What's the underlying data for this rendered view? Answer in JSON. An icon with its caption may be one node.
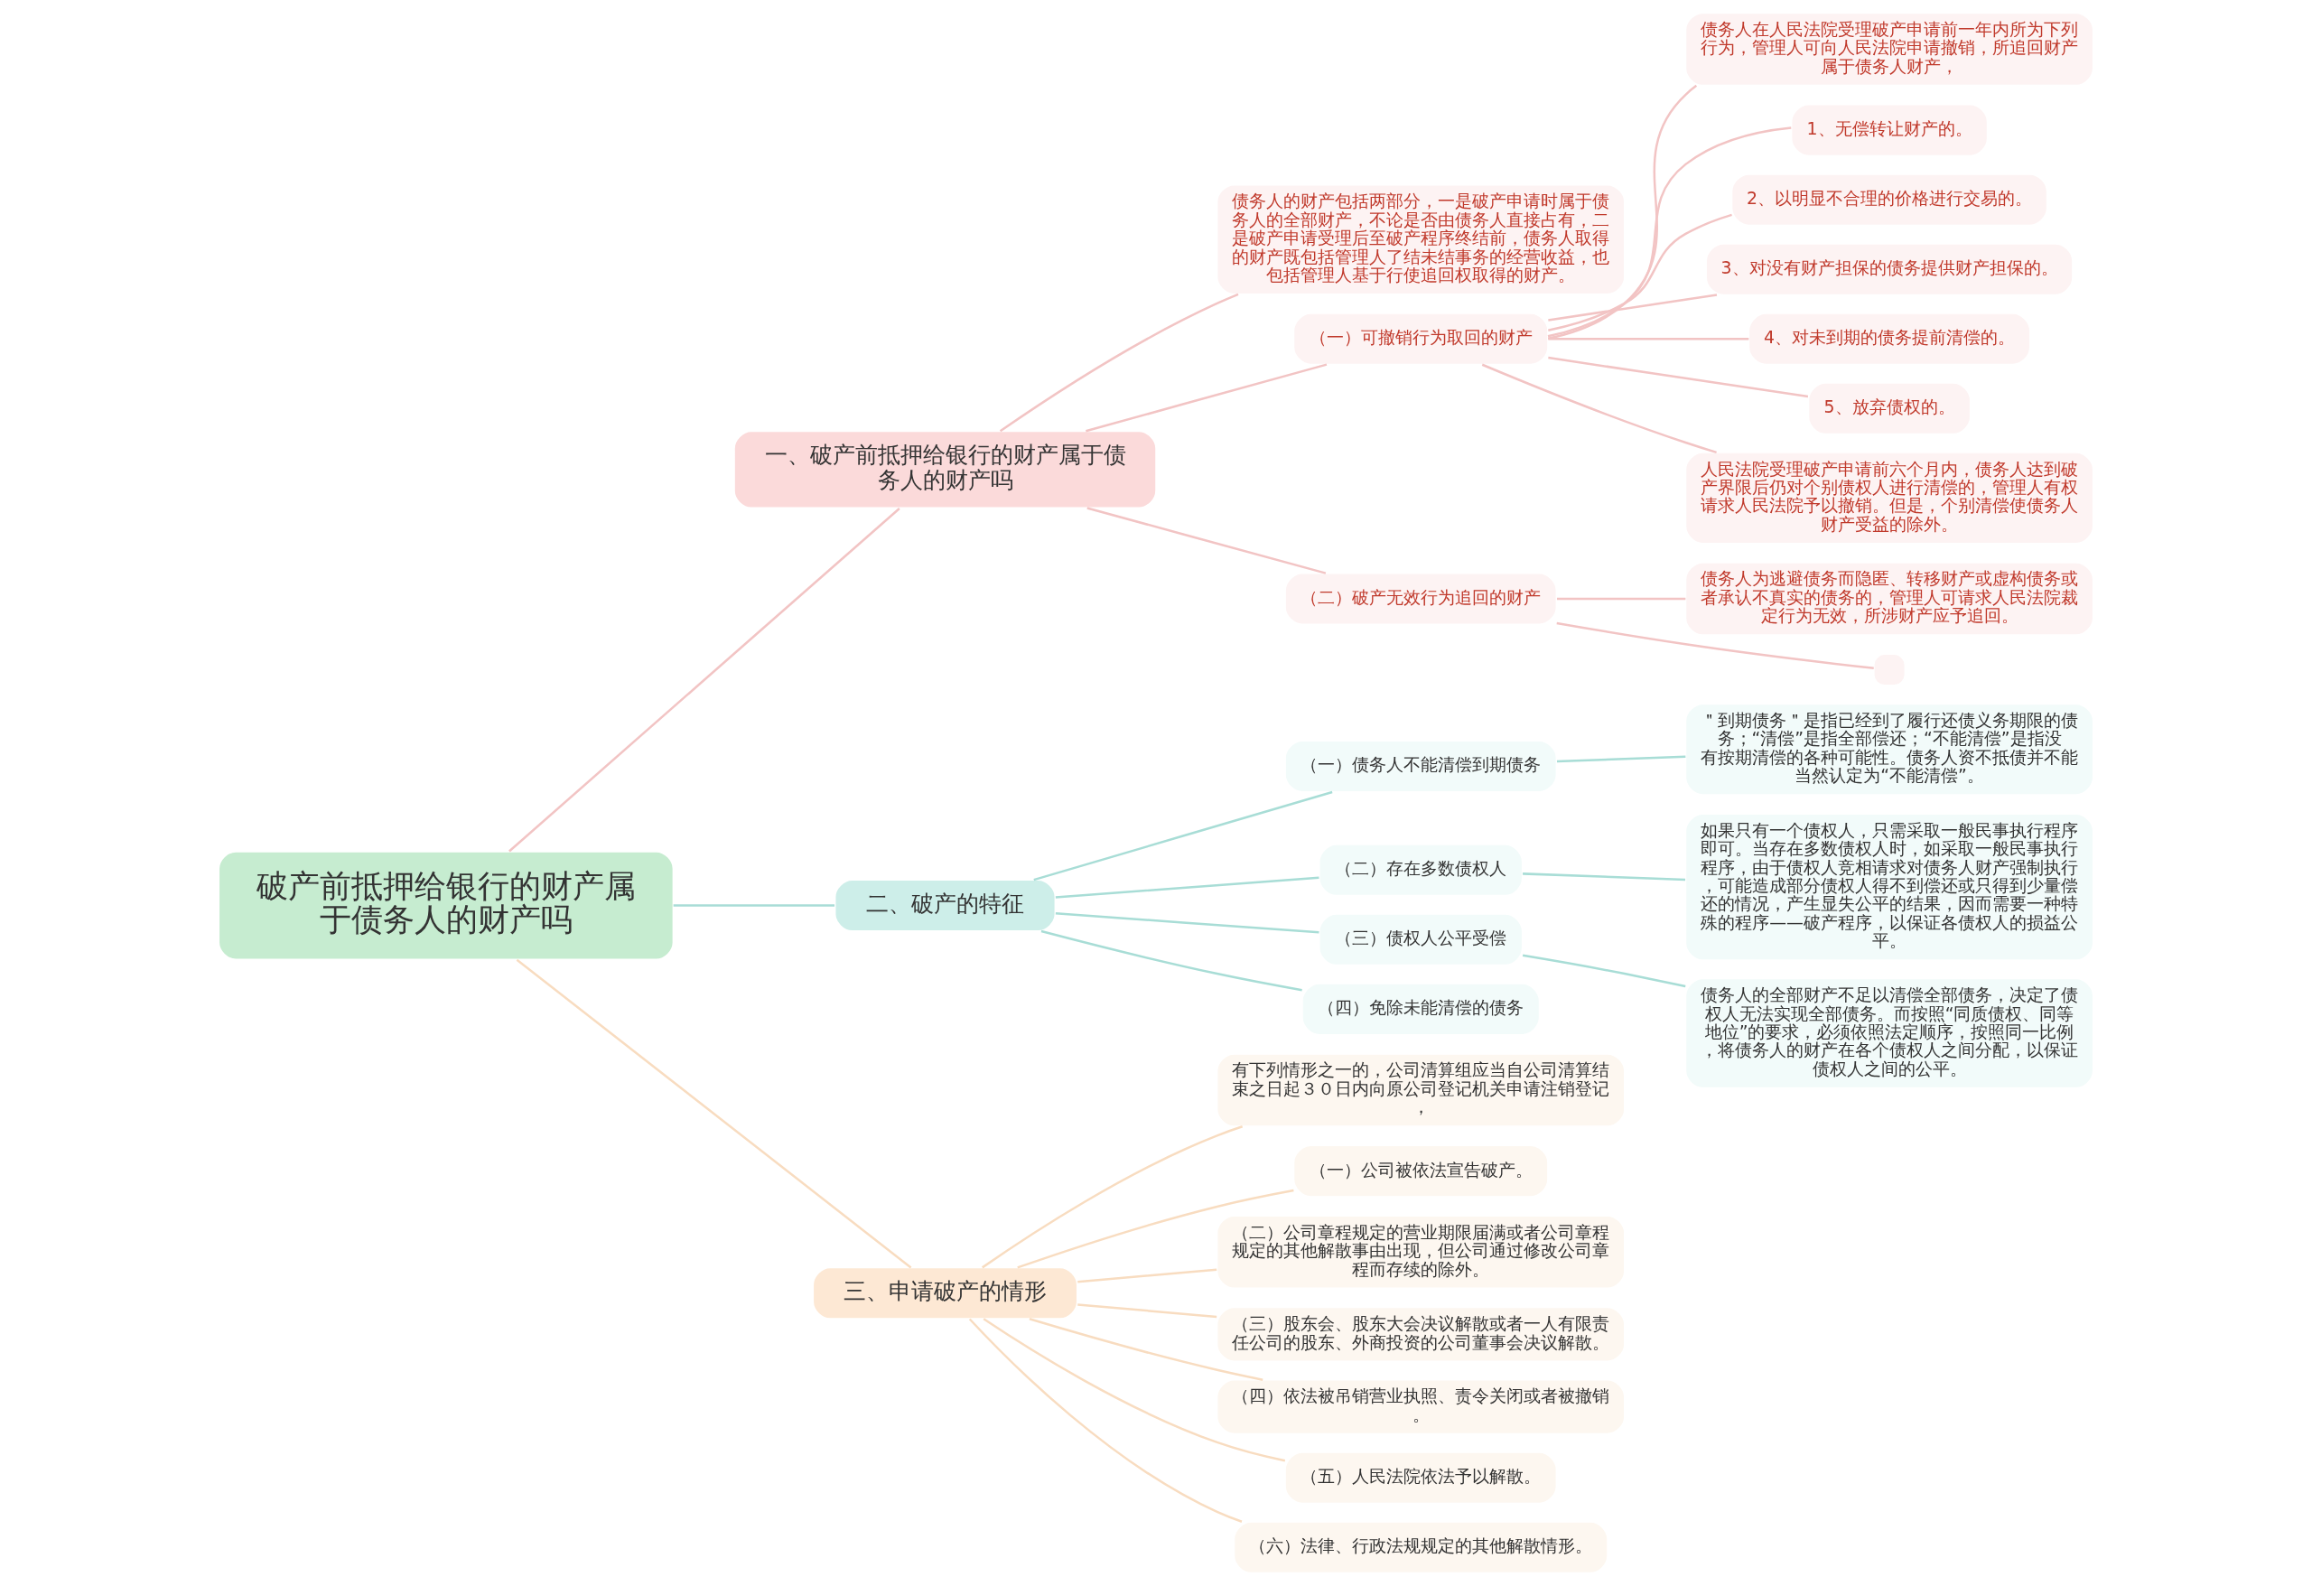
{
  "diagram": {
    "nodes": [
      {
        "text": [
          "破产前抵押给银行的财产属于债务人的财产吗"
        ]
      },
      {
        "text": [
          "一、破产前抵押给银行的财产属于债务人的财产吗"
        ]
      },
      {
        "text": [
          "债务人的财产包括两部分，一是破产申请时属于债务人的全部财产，不论是否由债务人直接占有，二是破产申请受理后至破产程序终结前，债务人取得的财产既包括管理人了结未结事务的经营收益，也包括管理人基于行使追回权取得的财产。"
        ]
      },
      {
        "text": [
          "（一）可撤销行为取回的财产"
        ]
      },
      {
        "text": [
          "债务人在人民法院受理破产申请前一年内所为下列行为，管理人可向人民法院申请撤销，所追回财产属于债务人财产，"
        ]
      },
      {
        "text": [
          "1、无偿转让财产的。"
        ]
      },
      {
        "text": [
          "2、以明显不合理的价格进行交易的。"
        ]
      },
      {
        "text": [
          "3、对没有财产担保的债务提供财产担保的。"
        ]
      },
      {
        "text": [
          "4、对未到期的债务提前清偿的。"
        ]
      },
      {
        "text": [
          "5、放弃债权的。"
        ]
      },
      {
        "text": [
          "人民法院受理破产申请前六个月内，债务人达到破产界限后仍对个别债权人进行清偿的，管理人有权请求人民法院予以撤销。但是，个别清偿使债务人财产受益的除外。"
        ]
      },
      {
        "text": [
          "（二）破产无效行为追回的财产"
        ]
      },
      {
        "text": [
          "债务人为逃避债务而隐匿、转移财产或虚构债务或者承认不真实的债务的，管理人可请求人民法院裁定行为无效，所涉财产应予追回。"
        ]
      },
      {
        "text": [],
        "shape": "box"
      },
      {
        "text": [
          "二、破产的特征"
        ]
      },
      {
        "text": [
          "（一）债务人不能清偿到期债务"
        ]
      },
      {
        "text": [
          "＂到期债务＂是指已经到了履行还债义务期限的债务；“清偿”是指全部偿还；“不能清偿”是指没有按期清偿的各种可能性。债务人资不抵债并不能当然认定为“不能清偿”。"
        ]
      },
      {
        "text": [
          "（二）存在多数债权人"
        ]
      },
      {
        "text": [
          "如果只有一个债权人，只需采取一般民事执行程序即可。当存在多数债权人时，如采取一般民事执行程序，由于债权人竞相请求对债务人财产强制执行，可能造成部分债权人得不到偿还或只得到少量偿还的情况，产生显失公平的结果，因而需要一种特殊的程序——破产程序，以保证各债权人的损益公平。"
        ]
      },
      {
        "text": [
          "（三）债权人公平受偿"
        ]
      },
      {
        "text": [
          "债务人的全部财产不足以清偿全部债务，决定了债权人无法实现全部债务。而按照“同质债权、同等地位”的要求，必须依照法定顺序，按照同一比例，将债务人的财产在各个债权人之间分配，以保证债权人之间的公平。"
        ]
      },
      {
        "text": [
          "（四）免除未能清偿的债务"
        ]
      },
      {
        "text": [
          "三、申请破产的情形"
        ]
      },
      {
        "text": [
          "有下列情形之一的，公司清算组应当自公司清算结束之日起３０日内向原公司登记机关申请注销登记，"
        ]
      },
      {
        "text": [
          "（一）公司被依法宣告破产。"
        ]
      },
      {
        "text": [
          "（二）公司章程规定的营业期限届满或者公司章程规定的其他解散事由出现，但公司通过修改公司章程而存续的除外。"
        ]
      },
      {
        "text": [
          "（三）股东会、股东大会决议解散或者一人有限责任公司的股东、外商投资的公司董事会决议解散。"
        ]
      },
      {
        "text": [
          "（四）依法被吊销营业执照、责令关闭或者被撤销。"
        ]
      },
      {
        "text": [
          "（五）人民法院依法予以解散。"
        ]
      },
      {
        "text": [
          "（六）法律、行政法规规定的其他解散情形。"
        ]
      }
    ],
    "edges": [
      {
        "from": 0,
        "to": 1,
        "arrow": "none"
      },
      {
        "from": 1,
        "to": 2,
        "arrow": "none"
      },
      {
        "from": 1,
        "to": 3,
        "arrow": "none"
      },
      {
        "from": 3,
        "to": 4,
        "arrow": "none"
      },
      {
        "from": 3,
        "to": 5,
        "arrow": "none"
      },
      {
        "from": 3,
        "to": 6,
        "arrow": "none"
      },
      {
        "from": 3,
        "to": 7,
        "arrow": "none"
      },
      {
        "from": 3,
        "to": 8,
        "arrow": "none"
      },
      {
        "from": 3,
        "to": 9,
        "arrow": "none"
      },
      {
        "from": 3,
        "to": 10,
        "arrow": "none"
      },
      {
        "from": 1,
        "to": 11,
        "arrow": "none"
      },
      {
        "from": 11,
        "to": 12,
        "arrow": "none"
      },
      {
        "from": 11,
        "to": 13,
        "arrow": "none"
      },
      {
        "from": 0,
        "to": 14,
        "arrow": "none",
        "color": "#a8ddd6"
      },
      {
        "from": 14,
        "to": 15,
        "arrow": "none",
        "color": "#a8ddd6"
      },
      {
        "from": 15,
        "to": 16,
        "arrow": "none",
        "color": "#a8ddd6"
      },
      {
        "from": 14,
        "to": 17,
        "arrow": "none",
        "color": "#a8ddd6"
      },
      {
        "from": 17,
        "to": 18,
        "arrow": "none",
        "color": "#a8ddd6"
      },
      {
        "from": 14,
        "to": 19,
        "arrow": "none",
        "color": "#a8ddd6"
      },
      {
        "from": 19,
        "to": 20,
        "arrow": "none",
        "color": "#a8ddd6"
      },
      {
        "from": 14,
        "to": 21,
        "arrow": "none",
        "color": "#a8ddd6"
      },
      {
        "from": 0,
        "to": 22,
        "arrow": "none",
        "color": "#f8dcc0"
      },
      {
        "from": 22,
        "to": 23,
        "arrow": "none",
        "color": "#f8dcc0"
      },
      {
        "from": 22,
        "to": 24,
        "arrow": "none",
        "color": "#f8dcc0"
      },
      {
        "from": 22,
        "to": 25,
        "arrow": "none",
        "color": "#f8dcc0"
      },
      {
        "from": 22,
        "to": 26,
        "arrow": "none",
        "color": "#f8dcc0"
      },
      {
        "from": 22,
        "to": 27,
        "arrow": "none",
        "color": "#f8dcc0"
      },
      {
        "from": 22,
        "to": 28,
        "arrow": "none",
        "color": "#f8dcc0"
      },
      {
        "from": 22,
        "to": 29,
        "arrow": "none",
        "color": "#f8dcc0"
      }
    ]
  }
}
